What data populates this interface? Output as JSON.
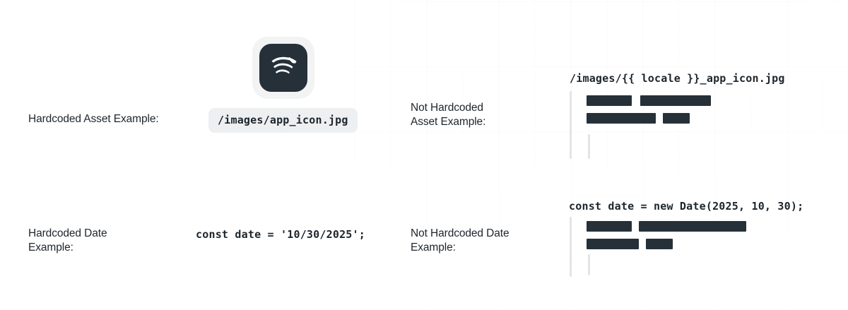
{
  "theme": {
    "background": "#ffffff",
    "text_color": "#20272e",
    "code_color": "#1d252c",
    "code_pill_background": "#edeff0",
    "redaction_color": "#263038",
    "rail_color": "#e3e4e5",
    "icon_tile_color": "#253039",
    "icon_shell_color": "#f2f3f3"
  },
  "app_icon": {
    "name": "app-icon",
    "alt": "app_icon"
  },
  "rows": [
    {
      "id": "asset",
      "hardcoded_label": "Hardcoded Asset Example:",
      "hardcoded_code": "/images/app_icon.jpg",
      "not_hardcoded_label": "Not Hardcoded\nAsset Example:",
      "not_hardcoded_code": "/images/{{ locale }}_app_icon.jpg"
    },
    {
      "id": "date",
      "hardcoded_label": "Hardcoded Date\nExample:",
      "hardcoded_code": "const date = '10/30/2025';",
      "not_hardcoded_label": "Not Hardcoded Date\nExample:",
      "not_hardcoded_code": "const date = new Date(2025, 10, 30);"
    }
  ]
}
